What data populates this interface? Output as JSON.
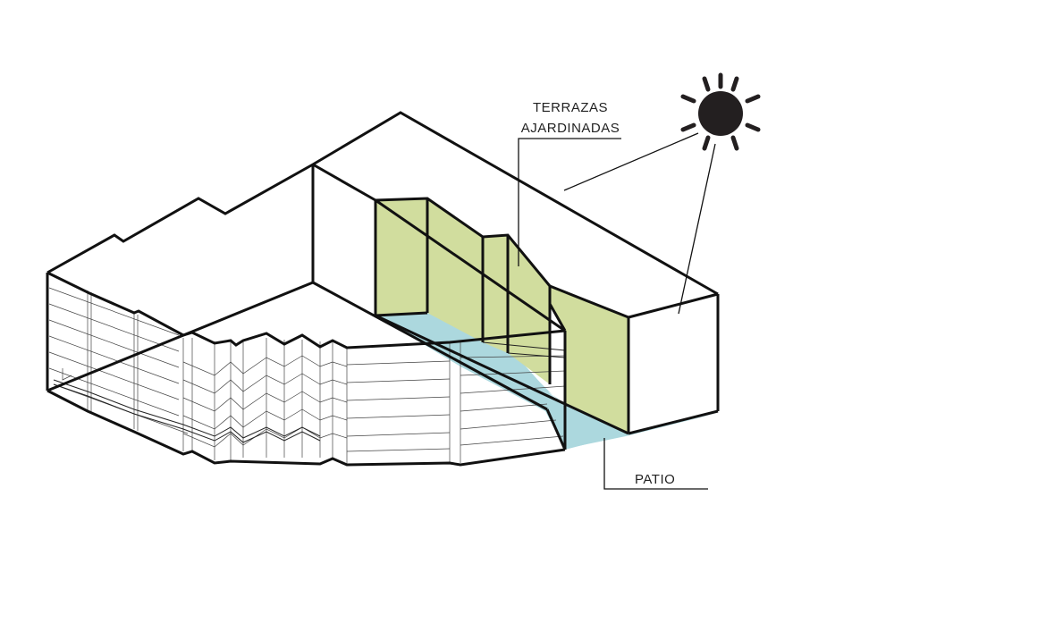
{
  "labels": {
    "terraces_line1": "TERRAZAS",
    "terraces_line2": "AJARDINADAS",
    "patio": "PATIO"
  },
  "colors": {
    "terrace_green": "#d1dd9e",
    "patio_blue": "#acd8de",
    "sun": "#231f20",
    "outline": "#111111"
  },
  "icons": {
    "sun": "sun-icon"
  }
}
